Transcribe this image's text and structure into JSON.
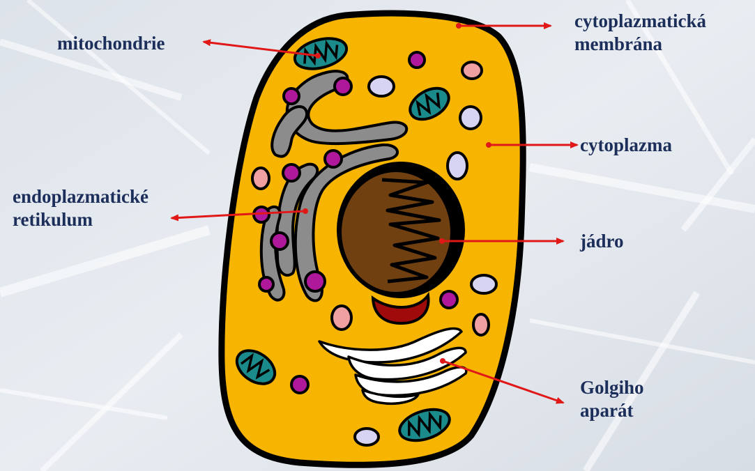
{
  "colors": {
    "label_text": "#1c2e5a",
    "arrow": "#e01818",
    "cytoplasm": "#f7b400",
    "membrane": "#000000",
    "mitochondria": "#1a8a8a",
    "er": "#8c8c8c",
    "vesicle_magenta": "#b0189c",
    "vesicle_lavender": "#d6d4f2",
    "vesicle_pink": "#f0a0a0",
    "nucleus": "#704010",
    "nucleolus": "#a00a0a"
  },
  "labels": {
    "mitochondria": "mitochondrie",
    "membrane_line1": "cytoplazmatická",
    "membrane_line2": "membrána",
    "cytoplasm": "cytoplazma",
    "er_line1": "endoplazmatické",
    "er_line2": "retikulum",
    "nucleus": "jádro",
    "golgi_line1": "Golgiho",
    "golgi_line2": "aparát"
  }
}
